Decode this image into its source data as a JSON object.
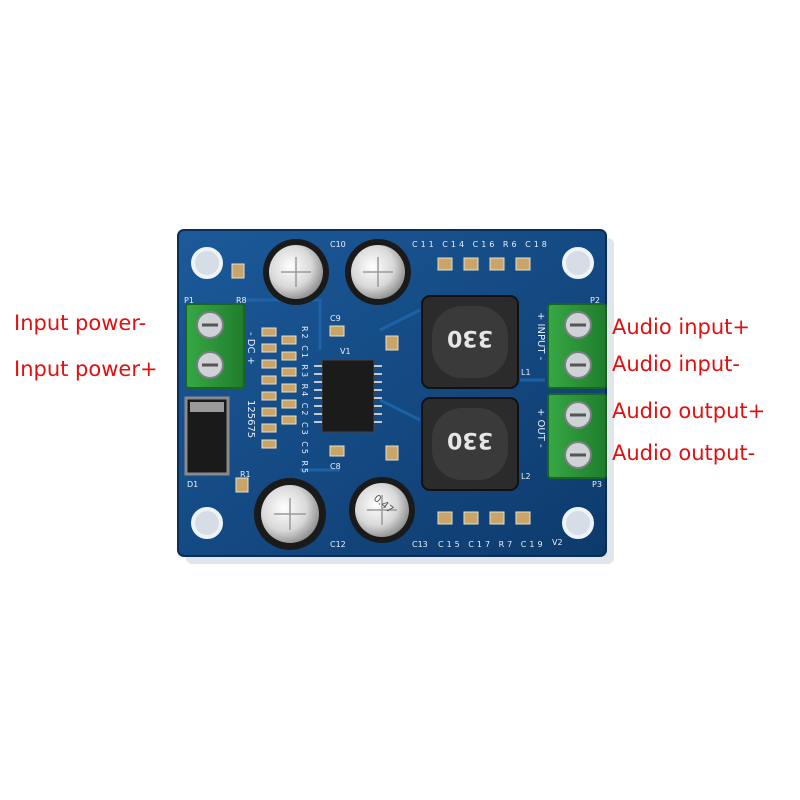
{
  "labels": {
    "input_power_minus": "Input power-",
    "input_power_plus": "Input power+",
    "audio_input_plus": "Audio input+",
    "audio_input_minus": "Audio input-",
    "audio_output_plus": "Audio output+",
    "audio_output_minus": "Audio output-"
  },
  "silkscreen": {
    "p1": "P1",
    "p2": "P2",
    "p3": "P3",
    "r8": "R8",
    "d1": "D1",
    "r1": "R1",
    "v1": "V1",
    "v2": "V2",
    "l1": "L1",
    "l2": "L2",
    "c9": "C9",
    "c8": "C8",
    "c10": "C10",
    "c12": "C12",
    "c13": "C13",
    "top_row": "C11 C14 C16 R6 C18",
    "bottom_row": "C15 C17 R7 C19",
    "left_column": "R2 C1 R3 R4 C2 C3 C5 R5",
    "dc": "- DC +",
    "input": "+ INPUT -",
    "out": "+ OUT -",
    "serial": "125675",
    "cap_value": "0.47"
  },
  "inductor_marking": "330",
  "colors": {
    "board": "#11467f",
    "terminal": "#2f9a3c",
    "label": "#e01010"
  }
}
